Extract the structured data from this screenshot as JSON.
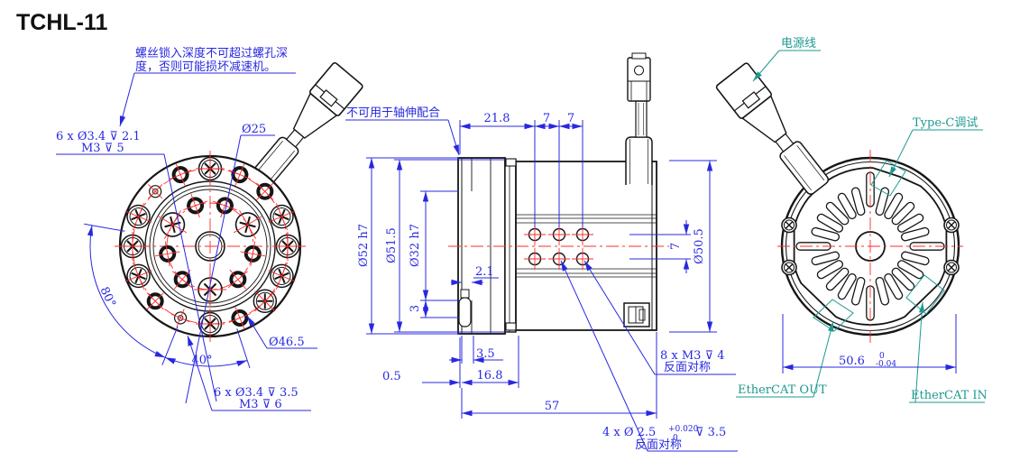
{
  "title": "TCHL-11",
  "colors": {
    "line": "#161616",
    "dimension": "#2828e0",
    "centerline": "#ff2b2b",
    "callout": "#1d9a8f"
  },
  "front_view": {
    "note_line1": "螺丝锁入深度不可超过螺孔深",
    "note_line2": "度，否则可能损坏减速机。",
    "dim_bolt_top_line1": "6 x Ø3.4 ⊽ 2.1",
    "dim_bolt_top_line2": "M3 ⊽ 5",
    "dim_d25": "Ø25",
    "dim_d46_5": "Ø46.5",
    "dim_angle_80": "80°",
    "dim_angle_40": "40°",
    "dim_bolt_bottom_line1": "6 x Ø3.4 ⊽ 3.5",
    "dim_bolt_bottom_line2": "M3 ⊽ 6"
  },
  "side_view": {
    "note_shaft": "不可用于轴伸配合",
    "dim_21_8": "21.8",
    "dim_7a": "7",
    "dim_7b": "7",
    "dim_d52": "Ø52 h7",
    "dim_d51_5": "Ø51.5",
    "dim_d32": "Ø32 h7",
    "dim_2_1": "2.1",
    "dim_3": "3",
    "dim_3_5": "3.5",
    "dim_0_5": "0.5",
    "dim_16_8": "16.8",
    "dim_57": "57",
    "dim_7_right": "7",
    "dim_d50_5": "Ø50.5",
    "note_m3_line1": "8 x  M3 ⊽ 4",
    "note_m3_line2": "反面对称",
    "note_pin_line1": "4 x Ø 2.5",
    "note_pin_tol_top": "+0.020",
    "note_pin_tol_bottom": "0",
    "note_pin_depth": "⊽ 3.5",
    "note_pin_line2": "反面对称"
  },
  "back_view": {
    "label_power": "电源线",
    "label_typec": "Type-C调试",
    "label_ethercat_out": "EtherCAT OUT",
    "label_ethercat_in": "EtherCAT IN",
    "dim_50_6": "50.6",
    "dim_50_6_tol_top": "0",
    "dim_50_6_tol_bottom": "-0.04"
  }
}
